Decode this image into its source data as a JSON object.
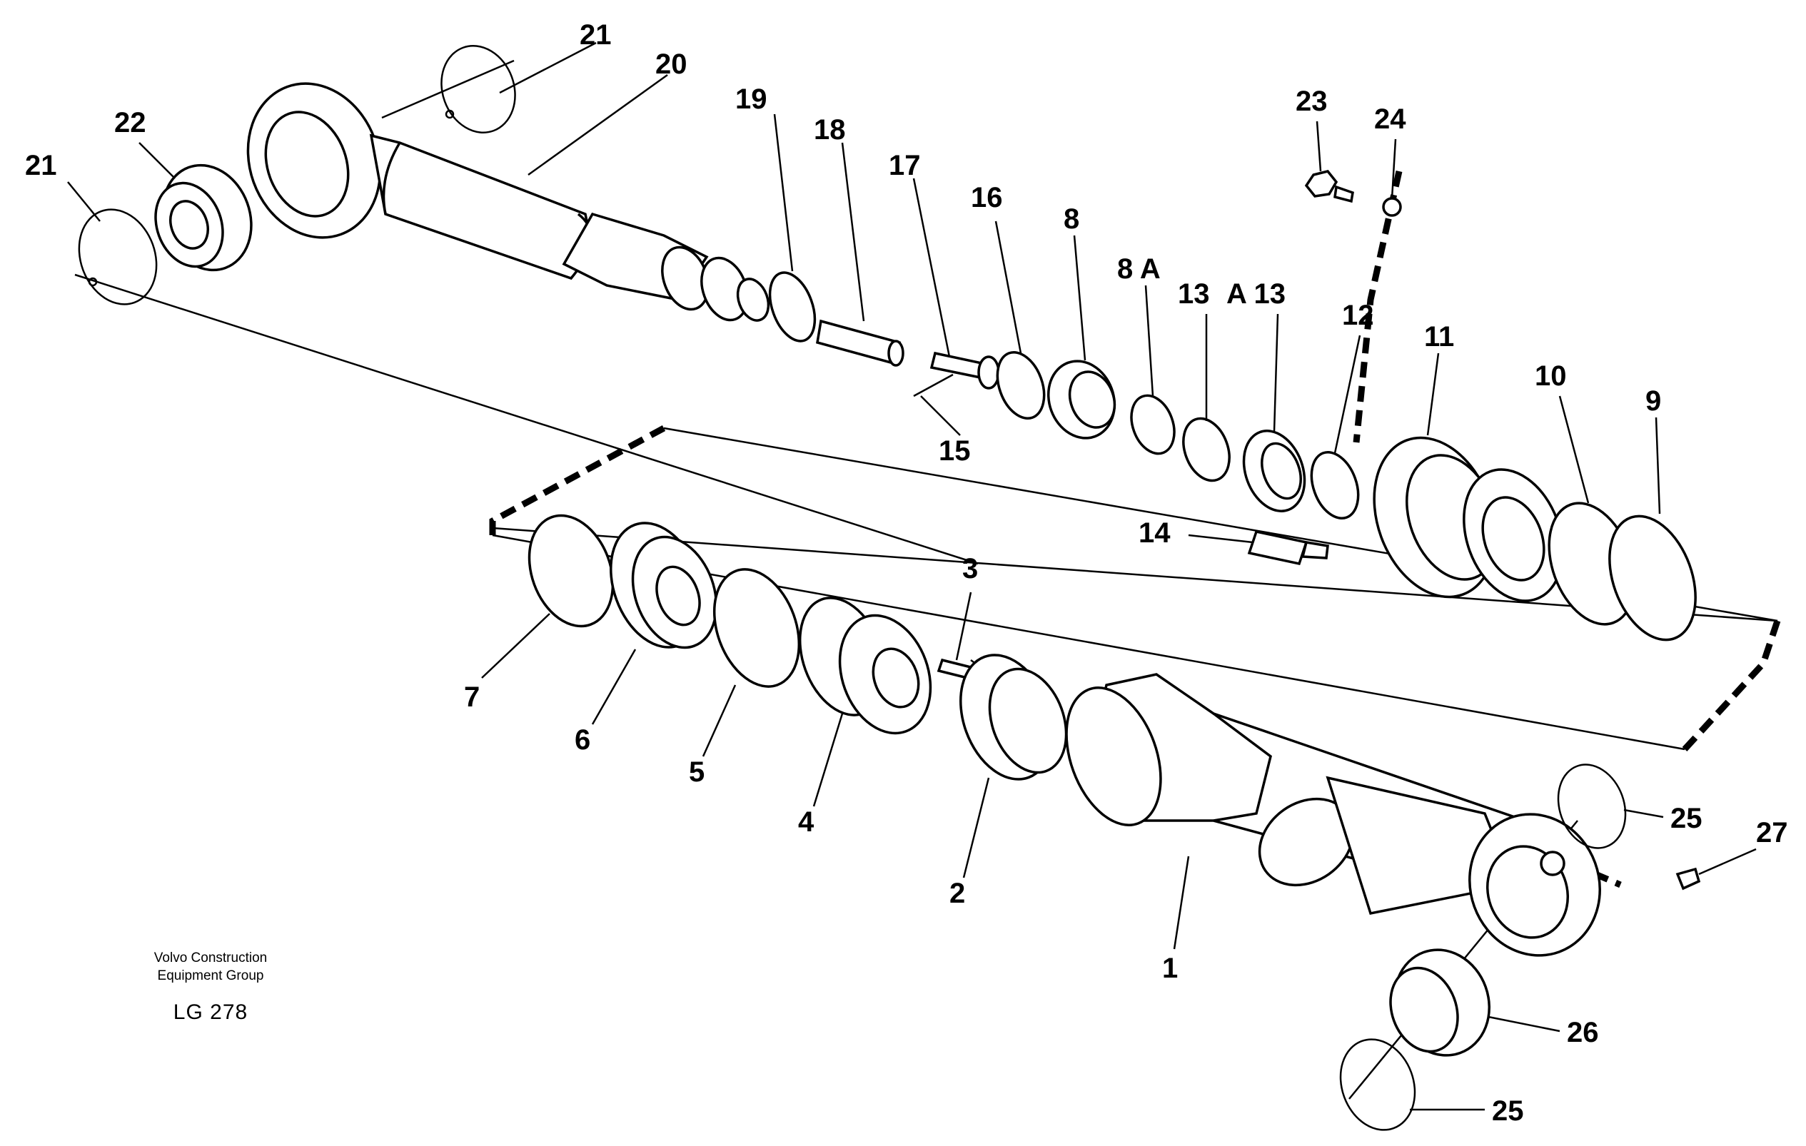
{
  "footer": {
    "company_line1": "Volvo Construction",
    "company_line2": "Equipment Group",
    "code": "LG 278"
  },
  "callouts": {
    "p1": "1",
    "p2": "2",
    "p3": "3",
    "p4": "4",
    "p5": "5",
    "p6": "6",
    "p7": "7",
    "p8": "8",
    "p8a": "8 A",
    "p9": "9",
    "p10": "10",
    "p11": "11",
    "p12": "12",
    "p13a": "13",
    "p13b": "A 13",
    "p14": "14",
    "p15": "15",
    "p16": "16",
    "p17": "17",
    "p18": "18",
    "p19": "19",
    "p20": "20",
    "p21a": "21",
    "p21b": "21",
    "p22": "22",
    "p23": "23",
    "p24": "24",
    "p25a": "25",
    "p25b": "25",
    "p26": "26",
    "p27": "27"
  }
}
